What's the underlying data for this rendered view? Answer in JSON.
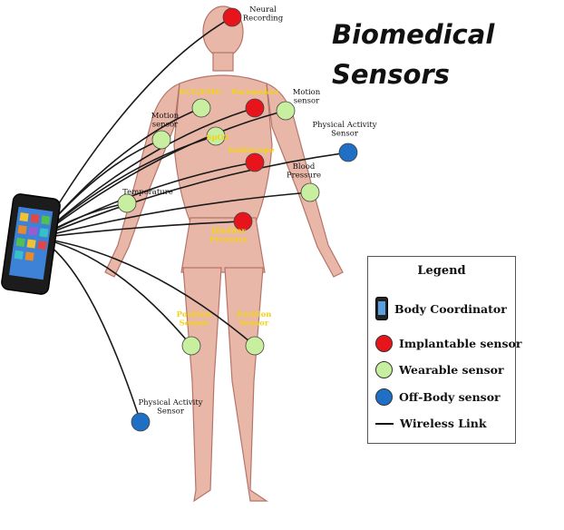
{
  "title": {
    "line1": "Biomedical",
    "line2": "Sensors"
  },
  "colors": {
    "implantable": "#e8141c",
    "wearable": "#c8eea0",
    "off_body": "#1f6fc4",
    "link": "#1a1a1a",
    "body_fill": "#e9b7a8",
    "body_stroke": "#b5746a"
  },
  "sensors": [
    {
      "label": "Neural\nRecording",
      "type": "implantable"
    },
    {
      "label": "ECG/EMG",
      "type": "wearable"
    },
    {
      "label": "Pacemaker",
      "type": "implantable"
    },
    {
      "label": "Motion\nsensor",
      "type": "wearable"
    },
    {
      "label": "Motion\nsensor",
      "type": "wearable"
    },
    {
      "label": "SpO2",
      "type": "wearable"
    },
    {
      "label": "Endoscope",
      "type": "implantable"
    },
    {
      "label": "Physical Activity\nSensor",
      "type": "off_body"
    },
    {
      "label": "Temperature",
      "type": "wearable"
    },
    {
      "label": "Blood\nPressure",
      "type": "wearable"
    },
    {
      "label": "Bladder\nPressure",
      "type": "implantable"
    },
    {
      "label": "Position\nSensor",
      "type": "wearable"
    },
    {
      "label": "Position\nSensor",
      "type": "wearable"
    },
    {
      "label": "Physical Activity\nSensor",
      "type": "off_body"
    }
  ],
  "legend": {
    "title": "Legend",
    "body_coordinator": "Body Coordinator",
    "implantable": "Implantable sensor",
    "wearable": "Wearable sensor",
    "off_body": "Off-Body sensor",
    "wireless": "Wireless Link"
  }
}
